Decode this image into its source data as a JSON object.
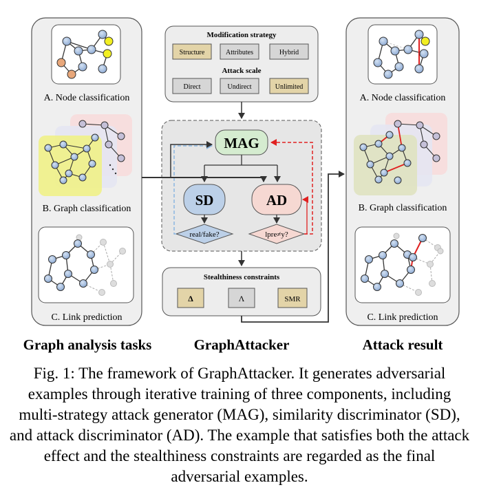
{
  "left_panel": {
    "items": [
      {
        "label": "A. Node classification"
      },
      {
        "label": "B. Graph classification"
      },
      {
        "label": "C. Link prediction"
      }
    ],
    "title": "Graph analysis tasks"
  },
  "center": {
    "modification": {
      "title": "Modification strategy",
      "options": [
        "Structure",
        "Attributes",
        "Hybrid"
      ]
    },
    "scale": {
      "title": "Attack scale",
      "options": [
        "Direct",
        "Undirect",
        "Unlimited"
      ]
    },
    "mag": "MAG",
    "sd": "SD",
    "ad": "AD",
    "sd_question": "real/fake?",
    "ad_question": "lpre≠y?",
    "stealth": {
      "title": "Stealthiness  constraints",
      "options": [
        "Δ",
        "Λ",
        "SMR"
      ]
    },
    "title": "GraphAttacker"
  },
  "right_panel": {
    "items": [
      {
        "label": "A. Node classification"
      },
      {
        "label": "B. Graph classification"
      },
      {
        "label": "C. Link prediction"
      }
    ],
    "title": "Attack result"
  },
  "caption": "Fig. 1: The framework of GraphAttacker. It generates adversarial examples through iterative training of three components, including multi-strategy attack generator (MAG), similarity discriminator (SD), and attack discriminator (AD). The example that satisfies both the attack effect and the stealthiness constraints are regarded as the final adversarial examples.",
  "colors": {
    "node_blue": "#9ab5db",
    "node_yellow": "#f2ef22",
    "node_orange": "#e8a77a",
    "node_gray": "#d9d9d9",
    "tan_box": "#e3d4a8",
    "gray_box": "#d6d6d6",
    "mag_green": "#d5ecd0",
    "sd_blue": "#bcd0e8",
    "ad_pink": "#f6d8d2",
    "attack_red": "#e02020",
    "feedback_blue": "#8ab6e0"
  }
}
